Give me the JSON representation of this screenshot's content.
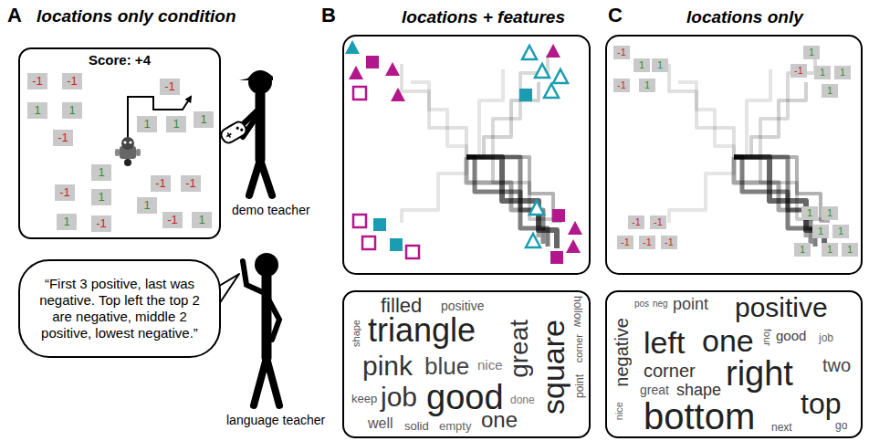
{
  "diagram": {
    "nodes": [
      {
        "text": [
          "Score: +4"
        ]
      },
      {
        "text": [
          "“First 3 positive, last was negative. Top left the top 2 are negative, middle 2 positive, lowest negative.”"
        ]
      },
      {
        "text": [
          "filled",
          "positive",
          "hollow",
          "shape",
          "triangle",
          "great",
          "pink",
          "blue",
          "nice",
          "square",
          "keep",
          "job",
          "good",
          "done",
          "point",
          "corner",
          "well",
          "solid",
          "empty",
          "one"
        ]
      },
      {
        "text": [
          "pos",
          "neg",
          "point",
          "positive",
          "negative",
          "left",
          "one",
          "four",
          "good",
          "job",
          "corner",
          "two",
          "great",
          "shape",
          "right",
          "nice",
          "top",
          "go",
          "bottom",
          "next"
        ]
      }
    ],
    "labels": [
      "A",
      "locations only condition",
      "B",
      "locations + features",
      "C",
      "locations only",
      "demo teacher",
      "language teacher",
      "-1",
      "-1",
      "-1",
      "1",
      "1",
      "1",
      "-1",
      "1",
      "1",
      "1",
      "-1",
      "1",
      "-1",
      "-1",
      "1",
      "-1",
      "1",
      "1",
      "-1",
      "-1",
      "1",
      "1",
      "-1",
      "1",
      "1",
      "-1",
      "1",
      "1",
      "1",
      "-1",
      "-1",
      "-1",
      "-1",
      "-1",
      "1",
      "1",
      "1",
      "1",
      "1",
      "1",
      "1"
    ]
  }
}
